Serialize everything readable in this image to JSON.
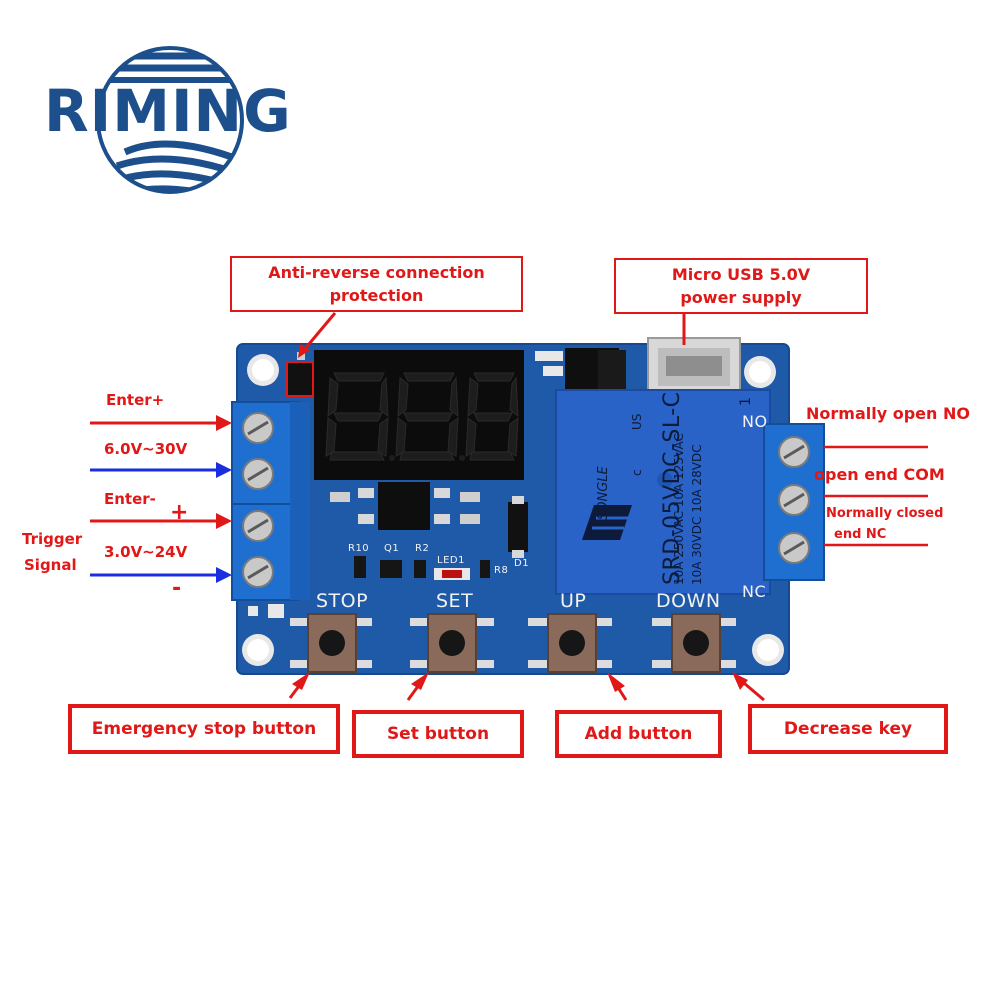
{
  "logo": {
    "text": "RIMING",
    "color": "#1c4f8c"
  },
  "callouts": {
    "anti_reverse": "Anti-reverse connection\nprotection",
    "micro_usb": "Micro USB 5.0V\npower supply",
    "emergency_stop": "Emergency stop button",
    "set": "Set button",
    "add": "Add button",
    "decrease": "Decrease key"
  },
  "left_labels": {
    "enter_plus": "Enter+",
    "range_1": "6.0V~30V",
    "enter_minus": "Enter-",
    "plus_sign": "+",
    "trigger": "Trigger",
    "signal": "Signal",
    "range_2": "3.0V~24V",
    "minus_sign": "-"
  },
  "right_labels": {
    "normally_open": "Normally open NO",
    "com": "open end COM",
    "normally_closed_1": "Normally closed",
    "normally_closed_2": "end NC"
  },
  "board_labels": {
    "stop": "STOP",
    "set": "SET",
    "up": "UP",
    "down": "DOWN",
    "no_partial": "NO",
    "nc_partial": "NC",
    "r10": "R10",
    "q1": "Q1",
    "r2": "R2",
    "led1": "LED1",
    "r8": "R8",
    "d1": "D1"
  },
  "relay": {
    "brand": "SONGLE",
    "model": "SRD-05VDC-SL-C",
    "rating_1": "10A 250VAC  10A 125VAC",
    "rating_2": "10A 30VDC  10A 28VDC",
    "pin": "1",
    "us": "US",
    "c": "c"
  },
  "colors": {
    "callout_red": "#e01818",
    "pcb_blue": "#1f5aa8",
    "terminal_blue": "#1e6fd0",
    "relay_blue": "#2a63c8",
    "arrow_blue": "#1a2ee0"
  }
}
